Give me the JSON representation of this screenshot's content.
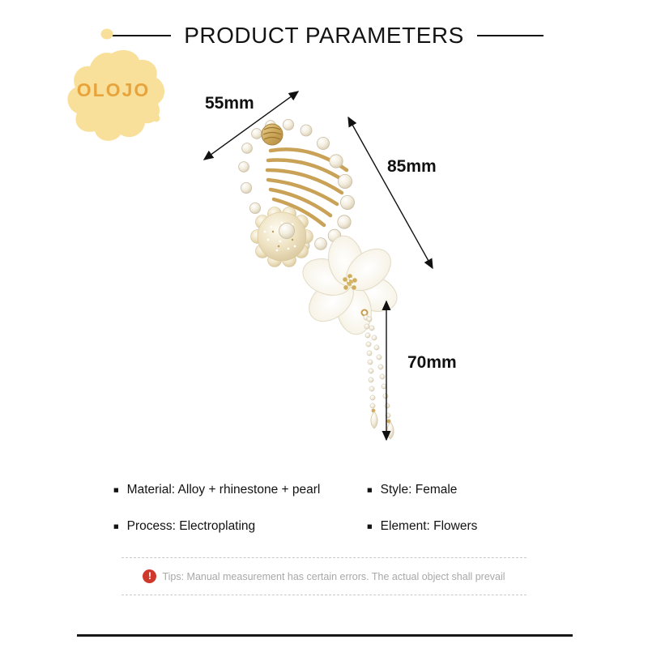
{
  "header": {
    "title": "PRODUCT PARAMETERS"
  },
  "logo": {
    "text": "OLOJO"
  },
  "product": {
    "dimensions": {
      "width": "55mm",
      "length": "85mm",
      "tassel": "70mm"
    }
  },
  "specs": {
    "items": [
      {
        "text": "Material: Alloy + rhinestone + pearl"
      },
      {
        "text": "Style: Female"
      },
      {
        "text": "Process: Electroplating"
      },
      {
        "text": "Element: Flowers"
      }
    ]
  },
  "tips": {
    "text": "Tips: Manual measurement has certain errors. The actual object shall prevail"
  },
  "icons": {
    "alert": "!",
    "bullet": "■"
  },
  "colors": {
    "logo_blob": "#f8e09a",
    "logo_text": "#e8a43c",
    "alert_red": "#ce392b",
    "tip_text": "#a8a8a8",
    "gold": "#c79e4f",
    "text": "#141414"
  }
}
